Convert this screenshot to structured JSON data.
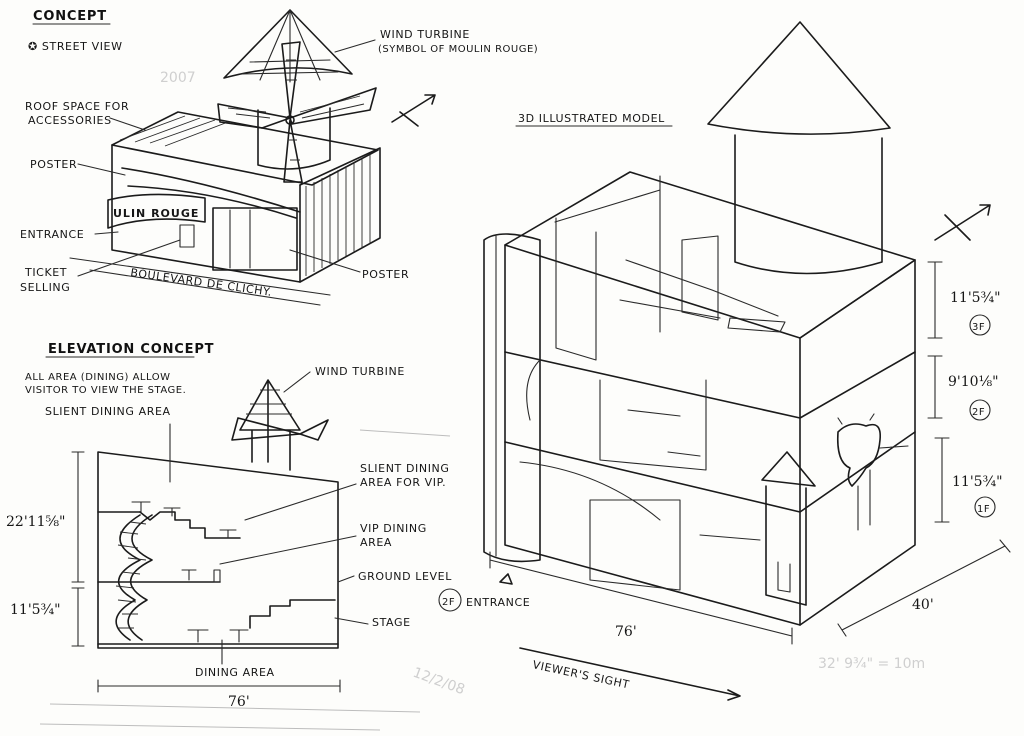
{
  "street": {
    "concept_title": "CONCEPT",
    "street_view_label": "✪ STREET VIEW",
    "wind_turbine": "WIND TURBINE",
    "wind_turbine_note": "(SYMBOL OF MOULIN ROUGE)",
    "roof_label_1": "ROOF SPACE FOR",
    "roof_label_2": "ACCESSORIES",
    "poster_left": "POSTER",
    "entrance": "ENTRANCE",
    "ticket_1": "TICKET",
    "ticket_2": "SELLING",
    "boulevard": "BOULEVARD DE CLICHY.",
    "poster_right": "POSTER",
    "sign_text": "ULIN ROUGE",
    "ghost_number": "2007"
  },
  "elevation": {
    "title": "ELEVATION CONCEPT",
    "note_1": "ALL AREA (DINING) ALLOW",
    "note_2": "VISITOR TO VIEW THE STAGE.",
    "wind_turbine": "WIND TURBINE",
    "silent_dining": "SLIENT DINING AREA",
    "silent_vip_1": "SLIENT DINING",
    "silent_vip_2": "AREA FOR VIP.",
    "vip_1": "VIP DINING",
    "vip_2": "AREA",
    "ground": "GROUND LEVEL",
    "stage": "STAGE",
    "dining": "DINING AREA",
    "dim_upper": "22'11⅝\"",
    "dim_lower": "11'5¾\"",
    "dim_width": "76'"
  },
  "model": {
    "title": "3D ILLUSTRATED MODEL",
    "dim_3f": "11'5¾\"",
    "floor_3f": "3F",
    "dim_2f": "9'10⅛\"",
    "floor_2f": "2F",
    "dim_1f": "11'5¾\"",
    "floor_1f": "1F",
    "entrance_floor": "2F",
    "entrance": "ENTRANCE",
    "dim_width": "76'",
    "dim_depth": "40'",
    "viewer": "VIEWER'S SIGHT",
    "scale_note": "32' 9¾\" = 10m",
    "ghost_fraction": "12/2/08"
  }
}
